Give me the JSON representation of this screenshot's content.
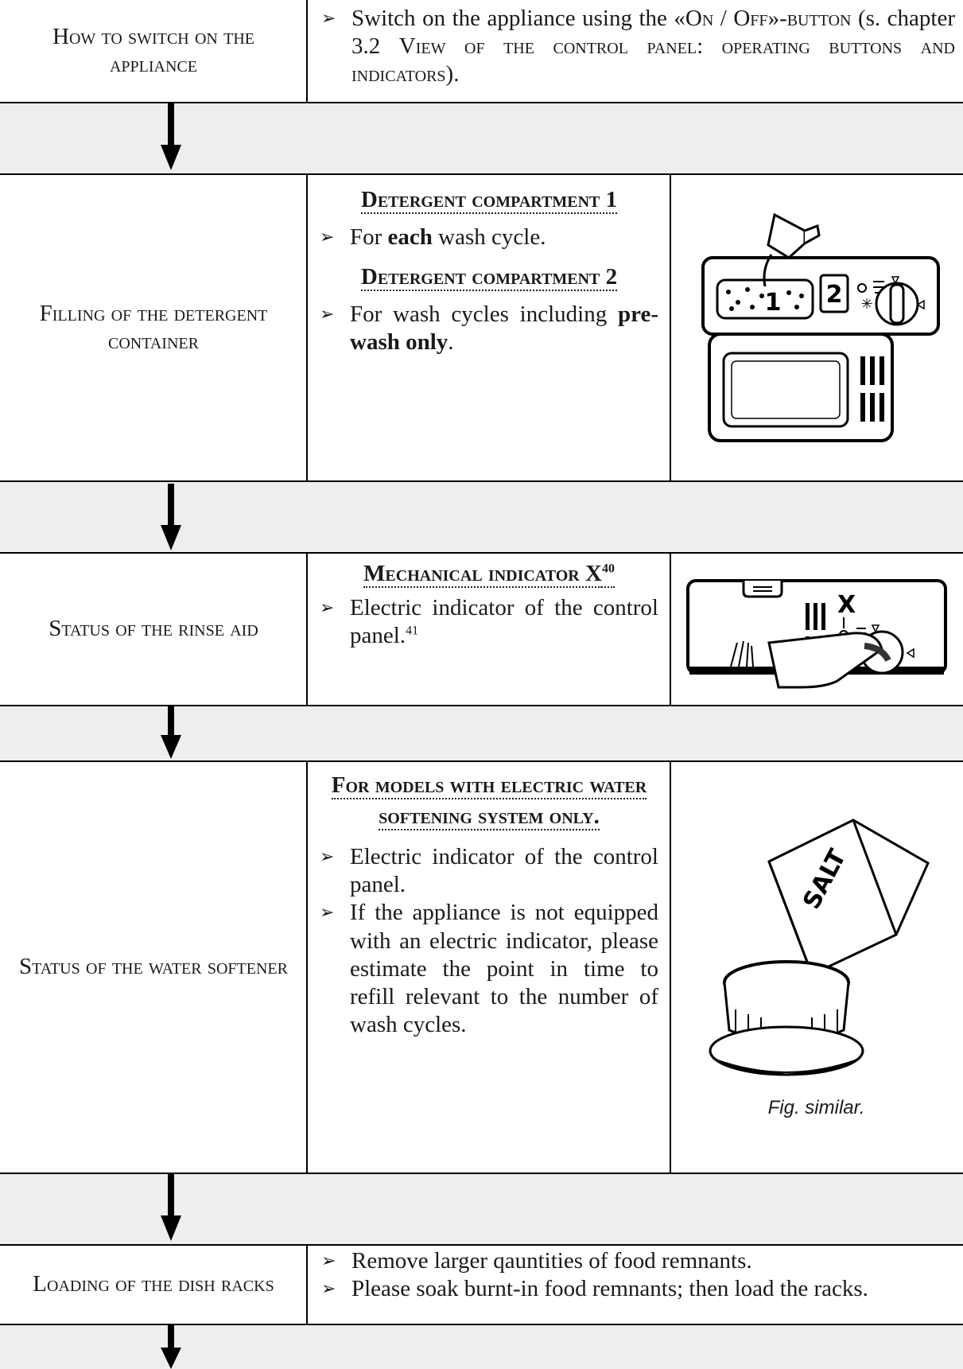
{
  "steps": {
    "switch_on": {
      "label": "How to switch on the appliance",
      "text_a": "Switch on the appliance using the «",
      "on_off": "On / Off",
      "text_b": "»-button",
      "text_c": " (s. chapter 3.2 ",
      "ref": "View of the control panel: operating buttons and indicators",
      "text_d": ")."
    },
    "detergent": {
      "label": "Filling of the detergent container",
      "heading1": "Detergent compartment 1",
      "b1_pre": "For ",
      "b1_bold": "each",
      "b1_post": " wash cycle.",
      "heading2": "Detergent compartment 2",
      "b2_pre": "For wash cycles including ",
      "b2_bold": "pre-wash only",
      "b2_post": "."
    },
    "rinse": {
      "label": "Status of the rinse aid",
      "heading": "Mechanical indicator X",
      "heading_sup": "40",
      "b1": "Electric indicator of the control panel.",
      "b1_sup": "41"
    },
    "softener": {
      "label": "Status of the water softener",
      "heading": "For models with electric water softening system only.",
      "b1": "Electric indicator of the control panel.",
      "b2": "If the appliance is not equipped with an electric indicator, please estimate the point in time to refill relevant to the number of wash cycles.",
      "caption": "Fig. similar.",
      "salt_text": "SALT"
    },
    "loading": {
      "label": "Loading of the dish racks",
      "b1": "Remove larger qauntities of food remnants.",
      "b2": "Please soak burnt-in food remnants; then load the racks."
    }
  },
  "panel_digits": {
    "one": "1",
    "two": "2",
    "x": "X"
  },
  "icons": {
    "bullet": "arrowhead-bullet-icon",
    "flow": "down-arrow-icon"
  }
}
